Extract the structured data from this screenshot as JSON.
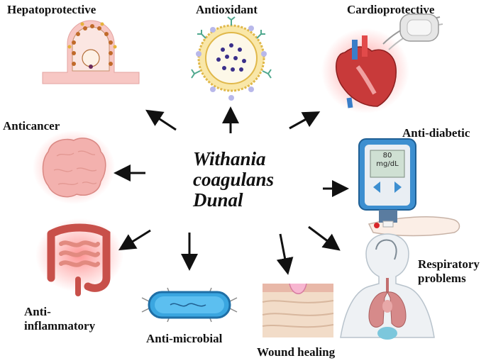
{
  "center": {
    "line1": "Withania",
    "line2": "coagulans",
    "line3": "Dunal"
  },
  "effects": {
    "hepatoprotective": "Hepatoprotective",
    "antioxidant": "Antioxidant",
    "cardioprotective": "Cardioprotective",
    "anticancer": "Anticancer",
    "antidiabetic": "Anti-diabetic",
    "antiinflammatory_line1": "Anti-",
    "antiinflammatory_line2": "inflammatory",
    "antimicrobial": "Anti-microbial",
    "wound_healing": "Wound healing",
    "respiratory_line1": "Respiratory",
    "respiratory_line2": "problems"
  },
  "glucometer": {
    "value": "80",
    "unit": "mg/dL"
  },
  "colors": {
    "arrow": "#111111",
    "organ_red": "#e0303a",
    "vessel_blue": "#3a7ec8",
    "microbe_blue": "#3aa6e0"
  }
}
